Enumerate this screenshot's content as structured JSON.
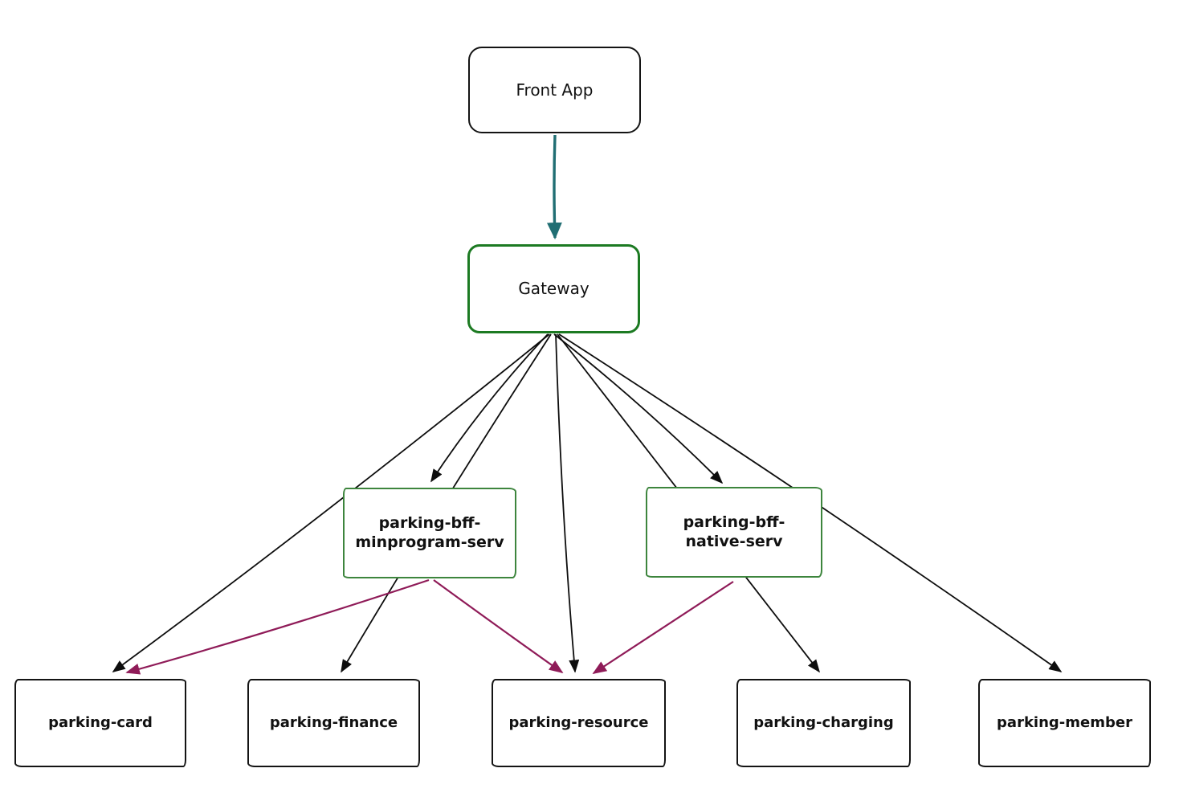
{
  "diagram": {
    "type": "architecture-flowchart",
    "nodes": {
      "front_app": {
        "label": "Front App",
        "role": "client"
      },
      "gateway": {
        "label": "Gateway",
        "role": "gateway"
      },
      "bff_minprogram": {
        "label": "parking-bff-minprogram-serv",
        "role": "bff-service"
      },
      "bff_native": {
        "label": "parking-bff-native-serv",
        "role": "bff-service"
      },
      "parking_card": {
        "label": "parking-card",
        "role": "backend-service"
      },
      "parking_finance": {
        "label": "parking-finance",
        "role": "backend-service"
      },
      "parking_resource": {
        "label": "parking-resource",
        "role": "backend-service"
      },
      "parking_charging": {
        "label": "parking-charging",
        "role": "backend-service"
      },
      "parking_member": {
        "label": "parking-member",
        "role": "backend-service"
      }
    },
    "edges": [
      {
        "from": "Front App",
        "to": "Gateway",
        "color": "teal"
      },
      {
        "from": "Gateway",
        "to": "parking-card",
        "color": "black"
      },
      {
        "from": "Gateway",
        "to": "parking-bff-minprogram-serv",
        "color": "black"
      },
      {
        "from": "Gateway",
        "to": "parking-finance",
        "color": "black"
      },
      {
        "from": "Gateway",
        "to": "parking-resource",
        "color": "black"
      },
      {
        "from": "Gateway",
        "to": "parking-bff-native-serv",
        "color": "black"
      },
      {
        "from": "Gateway",
        "to": "parking-charging",
        "color": "black"
      },
      {
        "from": "Gateway",
        "to": "parking-member",
        "color": "black"
      },
      {
        "from": "parking-bff-minprogram-serv",
        "to": "parking-card",
        "color": "purple"
      },
      {
        "from": "parking-bff-minprogram-serv",
        "to": "parking-resource",
        "color": "purple"
      },
      {
        "from": "parking-bff-native-serv",
        "to": "parking-resource",
        "color": "purple"
      }
    ]
  },
  "colors": {
    "edge_black": "#0d0d0d",
    "edge_teal": "#206e73",
    "edge_purple": "#8f1b58",
    "gateway_green": "#1c7a22",
    "bff_green": "#3d853d",
    "box_border": "#141414",
    "text": "#111111",
    "background": "#ffffff"
  }
}
